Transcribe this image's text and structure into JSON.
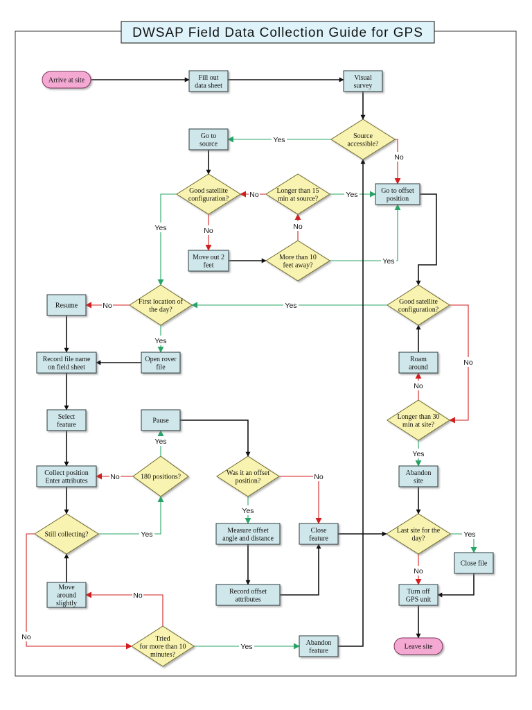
{
  "title": "DWSAP Field Data Collection Guide for GPS",
  "colors": {
    "process_fill": "#cfe6ea",
    "decision_fill": "#f8f3b0",
    "terminal_fill": "#f4a9d3",
    "yes_edge": "#27a567",
    "no_edge": "#d21e1e",
    "main_edge": "#111111"
  },
  "nodes": {
    "arrive": {
      "type": "terminal",
      "lines": [
        "Arrive at site"
      ]
    },
    "fillout": {
      "type": "process",
      "lines": [
        "Fill out",
        "data sheet"
      ]
    },
    "visual": {
      "type": "process",
      "lines": [
        "Visual",
        "survey"
      ]
    },
    "source_acc": {
      "type": "decision",
      "lines": [
        "Source",
        "accessible?"
      ]
    },
    "goto_source": {
      "type": "process",
      "lines": [
        "Go to",
        "source"
      ]
    },
    "good_sat1": {
      "type": "decision",
      "lines": [
        "Good satellite",
        "configuration?"
      ]
    },
    "longer15": {
      "type": "decision",
      "lines": [
        "Longer than 15",
        "min at source?"
      ]
    },
    "goto_offset": {
      "type": "process",
      "lines": [
        "Go to offset",
        "position"
      ]
    },
    "move2": {
      "type": "process",
      "lines": [
        "Move out 2",
        "feet"
      ]
    },
    "more10": {
      "type": "decision",
      "lines": [
        "More than 10",
        "feet away?"
      ]
    },
    "resume": {
      "type": "process",
      "lines": [
        "Resume"
      ]
    },
    "first_loc": {
      "type": "decision",
      "lines": [
        "First location of",
        "the day?"
      ]
    },
    "good_sat2": {
      "type": "decision",
      "lines": [
        "Good satellite",
        "configuration?"
      ]
    },
    "record_file": {
      "type": "process",
      "lines": [
        "Record file name",
        "on field sheet"
      ]
    },
    "open_rover": {
      "type": "process",
      "lines": [
        "Open rover",
        "file"
      ]
    },
    "roam": {
      "type": "process",
      "lines": [
        "Roam",
        "around"
      ]
    },
    "select": {
      "type": "process",
      "lines": [
        "Select",
        "feature"
      ]
    },
    "pause": {
      "type": "process",
      "lines": [
        "Pause"
      ]
    },
    "longer30": {
      "type": "decision",
      "lines": [
        "Longer than 30",
        "min at site?"
      ]
    },
    "collect": {
      "type": "process",
      "lines": [
        "Collect position",
        "Enter attributes"
      ]
    },
    "p180": {
      "type": "decision",
      "lines": [
        "180 positions?"
      ]
    },
    "was_offset": {
      "type": "decision",
      "lines": [
        "Was it an offset",
        "position?"
      ]
    },
    "abandon_site": {
      "type": "process",
      "lines": [
        "Abandon",
        "site"
      ]
    },
    "still": {
      "type": "decision",
      "lines": [
        "Still collecting?"
      ]
    },
    "measure": {
      "type": "process",
      "lines": [
        "Measure offset",
        "angle and distance"
      ]
    },
    "close_feature": {
      "type": "process",
      "lines": [
        "Close",
        "feature"
      ]
    },
    "last_site": {
      "type": "decision",
      "lines": [
        "Last site for the",
        "day?"
      ]
    },
    "close_file": {
      "type": "process",
      "lines": [
        "Close file"
      ]
    },
    "move_around": {
      "type": "process",
      "lines": [
        "Move",
        "around",
        "slightly"
      ]
    },
    "record_offset": {
      "type": "process",
      "lines": [
        "Record offset",
        "attributes"
      ]
    },
    "turn_off": {
      "type": "process",
      "lines": [
        "Turn off",
        "GPS unit"
      ]
    },
    "tried": {
      "type": "decision",
      "lines": [
        "Tried",
        "for more than 10",
        "minutes?"
      ]
    },
    "abandon_feature": {
      "type": "process",
      "lines": [
        "Abandon",
        "feature"
      ]
    },
    "leave": {
      "type": "terminal",
      "lines": [
        "Leave site"
      ]
    }
  },
  "edge_labels": {
    "yes": "Yes",
    "no": "No"
  }
}
